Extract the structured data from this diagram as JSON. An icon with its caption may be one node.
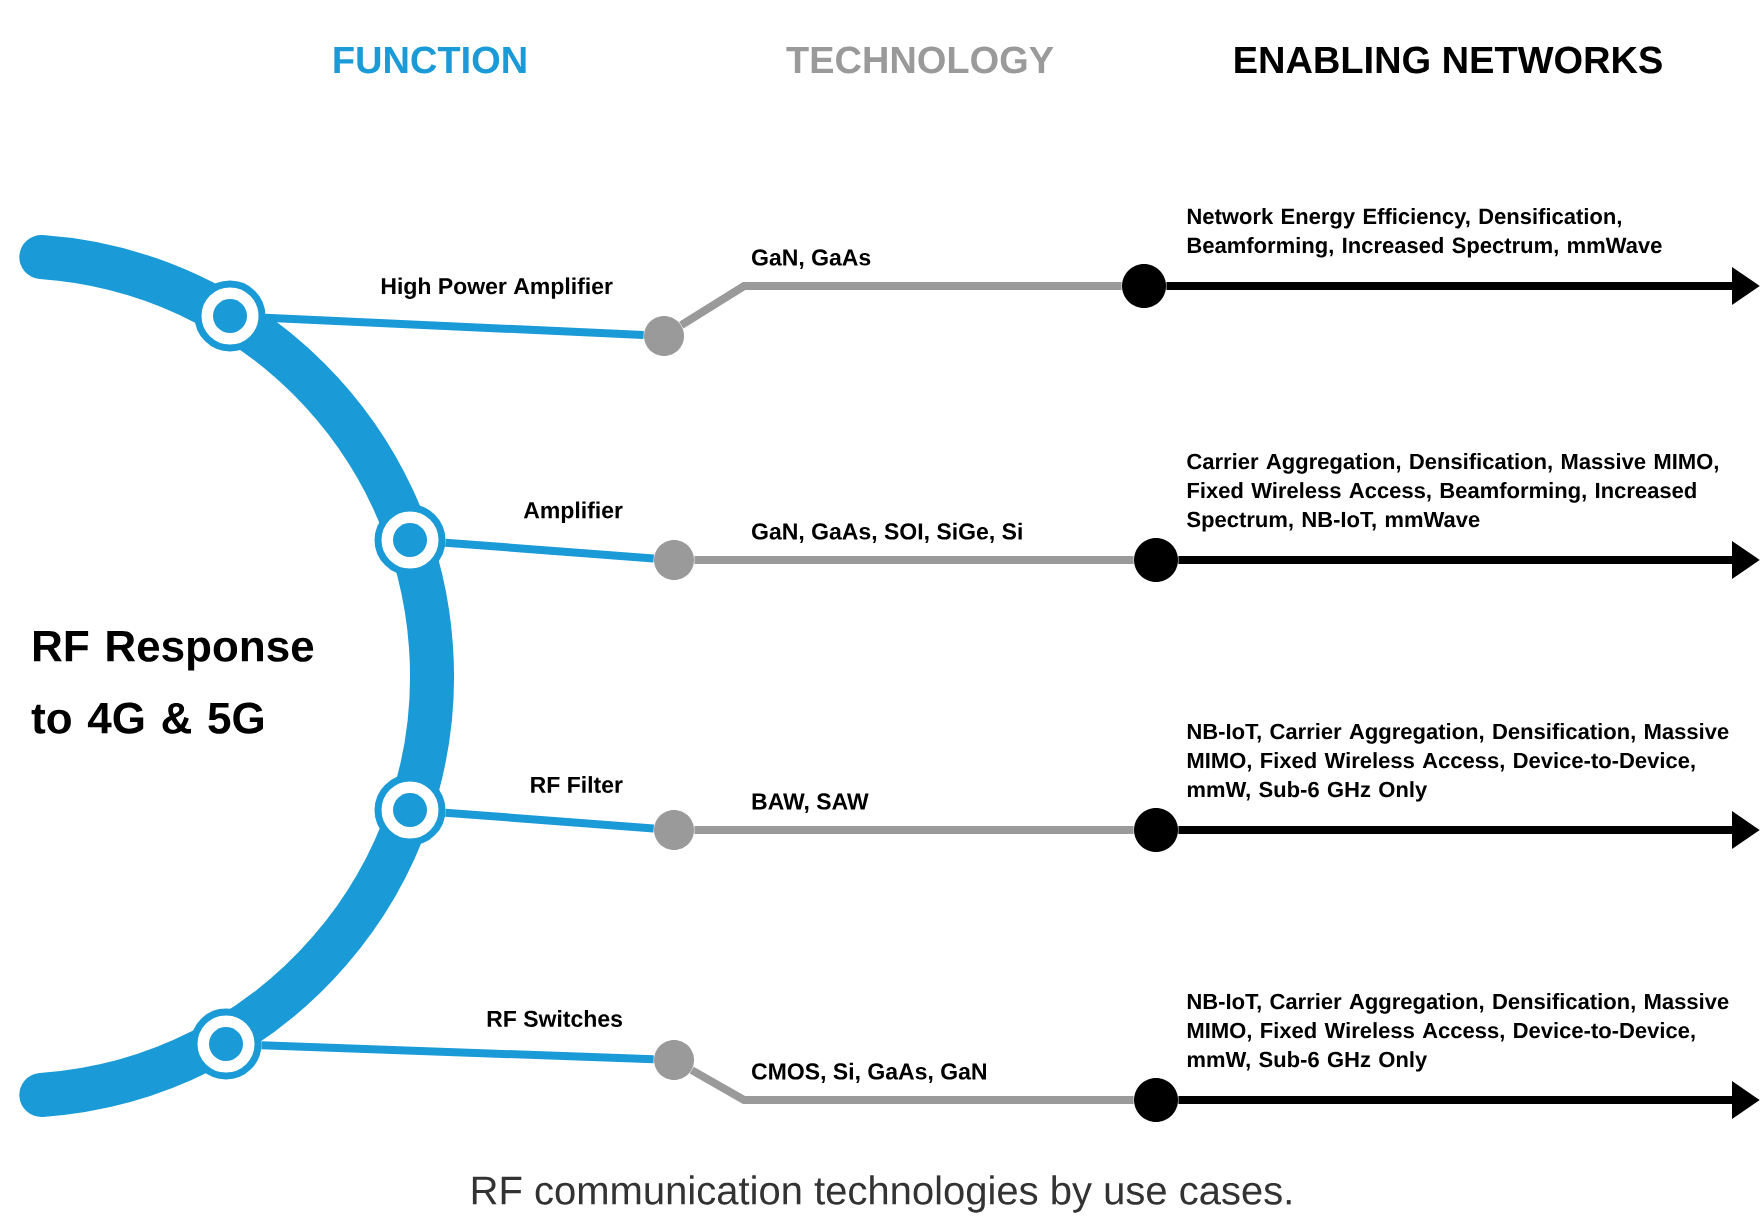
{
  "diagram": {
    "caption": "RF communication technologies by use cases.",
    "nodes": [
      {
        "text": [],
        "shape": "circle"
      },
      {
        "text": [],
        "shape": "circle"
      },
      {
        "text": [],
        "shape": "circle"
      },
      {
        "text": [],
        "shape": "circle"
      },
      {
        "text": [],
        "shape": "circle"
      },
      {
        "text": [],
        "shape": "circle"
      },
      {
        "text": [],
        "shape": "circle"
      },
      {
        "text": [],
        "shape": "circle"
      },
      {
        "text": [],
        "shape": "circle"
      },
      {
        "text": [],
        "shape": "circle"
      },
      {
        "text": [],
        "shape": "circle"
      },
      {
        "text": [],
        "shape": "circle"
      }
    ],
    "edges": [
      {
        "from": 0,
        "to": 1,
        "arrow": "none",
        "label": "High Power Amplifier",
        "color": "#1a9ad6"
      },
      {
        "from": 1,
        "to": 2,
        "arrow": "none",
        "label": "GaN, GaAs",
        "color": "#9a9a9a"
      },
      {
        "from": 2,
        "to": null,
        "arrow": "to",
        "label": "Network Energy Efficiency, Densification, Beamforming, Increased Spectrum, mmWave",
        "color": "#000000"
      },
      {
        "from": 3,
        "to": 4,
        "arrow": "none",
        "label": "Amplifier",
        "color": "#1a9ad6"
      },
      {
        "from": 4,
        "to": 5,
        "arrow": "none",
        "label": "GaN, GaAs, SOI, SiGe, Si",
        "color": "#9a9a9a"
      },
      {
        "from": 5,
        "to": null,
        "arrow": "to",
        "label": "Carrier Aggregation, Densification, Massive MIMO, Fixed Wireless Access, Beamforming, Increased Spectrum, NB-IoT, mmWave",
        "color": "#000000"
      },
      {
        "from": 6,
        "to": 7,
        "arrow": "none",
        "label": "RF Filter",
        "color": "#1a9ad6"
      },
      {
        "from": 7,
        "to": 8,
        "arrow": "none",
        "label": "BAW, SAW",
        "color": "#9a9a9a"
      },
      {
        "from": 8,
        "to": null,
        "arrow": "to",
        "label": "NB-IoT, Carrier Aggregation, Densification, Massive MIMO, Fixed Wireless Access, Device-to-Device, mmW, Sub-6 GHz Only",
        "color": "#000000"
      },
      {
        "from": 9,
        "to": 10,
        "arrow": "none",
        "label": "RF Switches",
        "color": "#1a9ad6"
      },
      {
        "from": 10,
        "to": 11,
        "arrow": "none",
        "label": "CMOS, Si, GaAs, GaN",
        "color": "#9a9a9a"
      },
      {
        "from": 11,
        "to": null,
        "arrow": "to",
        "label": "NB-IoT, Carrier Aggregation, Densification, Massive MIMO, Fixed Wireless Access, Device-to-Device, mmW, Sub-6 GHz Only",
        "color": "#000000"
      }
    ],
    "labels": [
      "FUNCTION",
      "TECHNOLOGY",
      "ENABLING NETWORKS",
      "RF Response to 4G & 5G"
    ]
  }
}
